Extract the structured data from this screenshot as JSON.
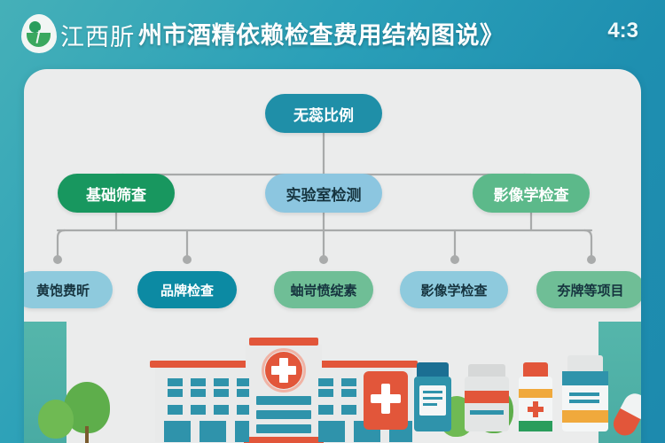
{
  "header": {
    "brand": "江西肵",
    "title": "州市酒精依赖检查费用结构图说》",
    "ratio": "4:3",
    "logo_icon": "leaf-egg-logo-icon",
    "bg_color": "#2a9fb8"
  },
  "card": {
    "bg_color": "#ebecec"
  },
  "tree": {
    "root": {
      "label": "无蕊比例",
      "color": "#1f8fa8",
      "text_color": "#ffffff"
    },
    "level2": [
      {
        "label": "基础筛查",
        "color": "#18975f",
        "text_color": "#ffffff"
      },
      {
        "label": "实验室检测",
        "color": "#8cc6e0",
        "text_color": "#16343f"
      },
      {
        "label": "影像学检查",
        "color": "#5cb98a",
        "text_color": "#ffffff"
      }
    ],
    "level3": [
      {
        "label": "黄饱费昕",
        "color": "#8ecadd",
        "text_color": "#16343f"
      },
      {
        "label": "品牌检查",
        "color": "#0c8aa3",
        "text_color": "#ffffff"
      },
      {
        "label": "蚰岢愤绽素",
        "color": "#6fbe96",
        "text_color": "#16343f"
      },
      {
        "label": "影像学检查",
        "color": "#8ecadd",
        "text_color": "#16343f"
      },
      {
        "label": "夯牌等项目",
        "color": "#6fbe96",
        "text_color": "#16343f"
      }
    ],
    "connector_color": "#a8aaaa"
  },
  "illustration": {
    "hospital_icon": "hospital-building-icon",
    "cross_icon": "medical-cross-icon",
    "tree_icon": "tree-icon",
    "first_aid_kit_icon": "first-aid-kit-icon",
    "pill_bottle_icon": "pill-bottle-icon",
    "capsule_icon": "capsule-pill-icon",
    "colors": {
      "accent_red": "#e2563a",
      "accent_blue": "#2f93ab",
      "accent_orange": "#f0a93c",
      "accent_green": "#2a9d5c",
      "side_teal": "#51b2a8",
      "building": "#e9eaea"
    }
  }
}
